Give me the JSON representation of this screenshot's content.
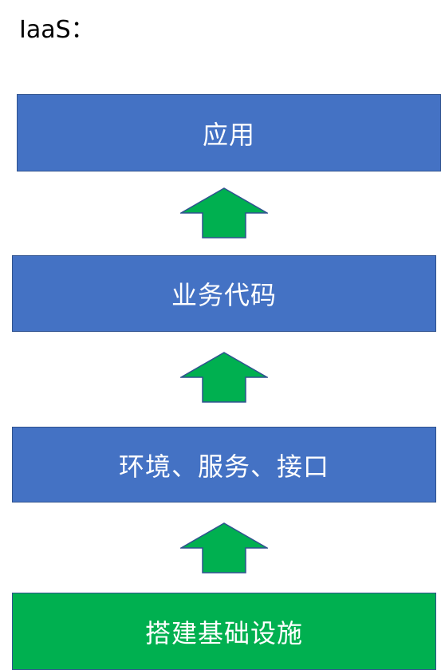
{
  "heading": "IaaS：",
  "layers": [
    {
      "label": "应用",
      "fill": "#4472C4"
    },
    {
      "label": "业务代码",
      "fill": "#4472C4"
    },
    {
      "label": "环境、服务、接口",
      "fill": "#4472C4"
    },
    {
      "label": "搭建基础设施",
      "fill": "#00B050"
    }
  ],
  "arrow_color": "#00B050",
  "arrow_stroke": "#2F528F"
}
